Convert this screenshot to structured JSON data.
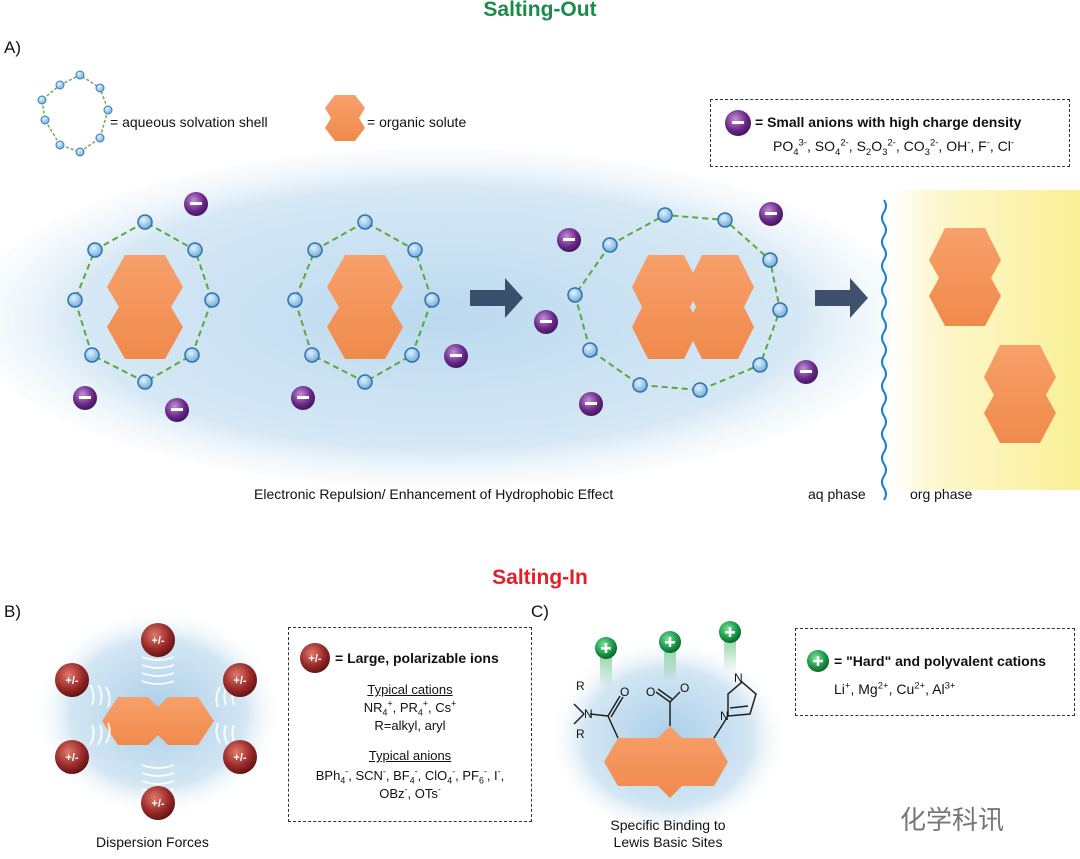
{
  "titles": {
    "salting_out": "Salting-Out",
    "salting_in": "Salting-In"
  },
  "panels": {
    "a": "A)",
    "b": "B)",
    "c": "C)"
  },
  "legend_a": {
    "shell_label": "= aqueous solvation shell",
    "solute_label": "= organic solute"
  },
  "anion_box": {
    "heading": "= Small anions with high charge density",
    "ions": [
      {
        "base": "PO",
        "sub": "4",
        "sup": "3-"
      },
      {
        "base": "SO",
        "sub": "4",
        "sup": "2-"
      },
      {
        "base": "S",
        "sub": "2",
        "mid": "O",
        "sub2": "3",
        "sup": "2-"
      },
      {
        "base": "CO",
        "sub": "3",
        "sup": "2-"
      },
      {
        "base": "OH",
        "sup": "-"
      },
      {
        "base": "F",
        "sup": "-"
      },
      {
        "base": "Cl",
        "sup": "-"
      }
    ]
  },
  "captions": {
    "repulsion": "Electronic Repulsion/ Enhancement of Hydrophobic Effect",
    "aq_phase": "aq phase",
    "org_phase": "org phase",
    "dispersion": "Dispersion Forces",
    "binding_line1": "Specific Binding to",
    "binding_line2": "Lewis Basic Sites"
  },
  "ion_box": {
    "symbol": "+/-",
    "heading": "= Large, polarizable ions",
    "cations_heading": "Typical cations",
    "cations": [
      {
        "base": "NR",
        "sub": "4",
        "sup": "+"
      },
      {
        "base": "PR",
        "sub": "4",
        "sup": "+"
      },
      {
        "base": "Cs",
        "sup": "+"
      }
    ],
    "cation_note": "R=alkyl, aryl",
    "anions_heading": "Typical anions",
    "anions_line1": [
      {
        "base": "BPh",
        "sub": "4",
        "sup": "-"
      },
      {
        "base": "SCN",
        "sup": "-"
      },
      {
        "base": "BF",
        "sub": "4",
        "sup": "-"
      },
      {
        "base": "ClO",
        "sub": "4",
        "sup": "-"
      },
      {
        "base": "PF",
        "sub": "6",
        "sup": "-"
      },
      {
        "base": "I",
        "sup": "-"
      }
    ],
    "anions_line2": [
      {
        "base": "OBz",
        "sup": "-"
      },
      {
        "base": "OTs",
        "sup": "-"
      }
    ]
  },
  "cation_box": {
    "heading": "= \"Hard\" and polyvalent cations",
    "ions": [
      {
        "base": "Li",
        "sup": "+"
      },
      {
        "base": "Mg",
        "sup": "2+"
      },
      {
        "base": "Cu",
        "sup": "2+"
      },
      {
        "base": "Al",
        "sup": "3+"
      }
    ]
  },
  "chem_labels": {
    "r_top": "R",
    "r_bottom": "R",
    "n_amide": "N",
    "o_amide": "O",
    "o_carboxylate": "O",
    "o_minus": "O",
    "n_imid_top": "N",
    "n_imid_bottom": "N"
  },
  "watermark": "化学科讯",
  "colors": {
    "salting_out": "#1b8a4a",
    "salting_in": "#e0202a",
    "solute": "#f5925a",
    "anion": "#6a2a8a",
    "polar_ion": "#9a2a2a",
    "hard_cation": "#1a9a4a"
  }
}
